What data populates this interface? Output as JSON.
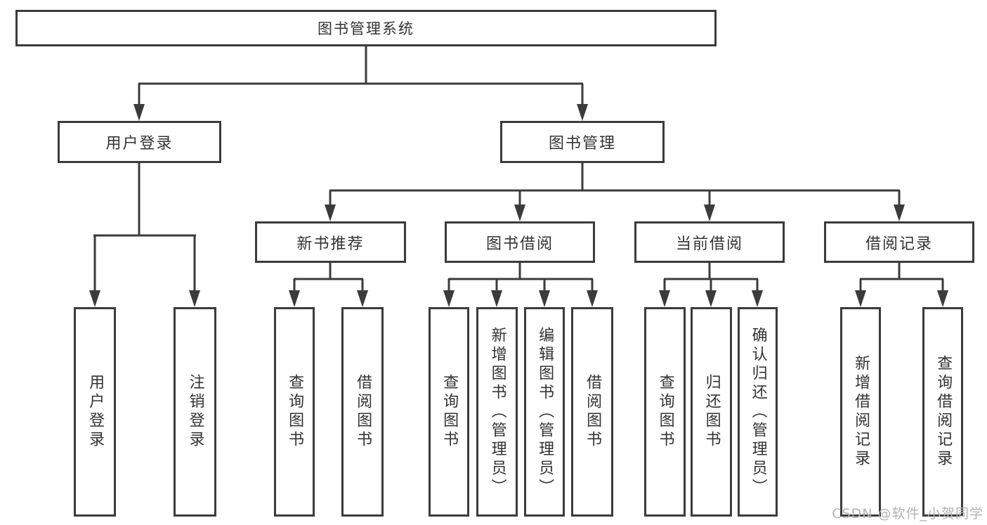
{
  "diagram": {
    "root": {
      "label": "图书管理系统"
    },
    "level2": [
      {
        "label": "用户登录"
      },
      {
        "label": "图书管理"
      }
    ],
    "level3": [
      {
        "parent": "图书管理",
        "label": "新书推荐"
      },
      {
        "parent": "图书管理",
        "label": "图书借阅"
      },
      {
        "parent": "图书管理",
        "label": "当前借阅"
      },
      {
        "parent": "图书管理",
        "label": "借阅记录"
      }
    ],
    "leaves": [
      {
        "parent": "用户登录",
        "label": "用户登录"
      },
      {
        "parent": "用户登录",
        "label": "注销登录"
      },
      {
        "parent": "新书推荐",
        "label": "查询图书"
      },
      {
        "parent": "新书推荐",
        "label": "借阅图书"
      },
      {
        "parent": "图书借阅",
        "label": "查询图书"
      },
      {
        "parent": "图书借阅",
        "label": "新增图书（管理员）"
      },
      {
        "parent": "图书借阅",
        "label": "编辑图书（管理员）"
      },
      {
        "parent": "图书借阅",
        "label": "借阅图书"
      },
      {
        "parent": "当前借阅",
        "label": "查询图书"
      },
      {
        "parent": "当前借阅",
        "label": "归还图书"
      },
      {
        "parent": "当前借阅",
        "label": "确认归还（管理员）"
      },
      {
        "parent": "借阅记录",
        "label": "新增借阅记录"
      },
      {
        "parent": "借阅记录",
        "label": "查询借阅记录"
      }
    ]
  },
  "watermark": {
    "text": "CSDN @软件_小贺同学"
  },
  "colors": {
    "line": "#3b3b3b",
    "text": "#333333",
    "watermark": "#b2b2b2",
    "background": "#ffffff"
  }
}
